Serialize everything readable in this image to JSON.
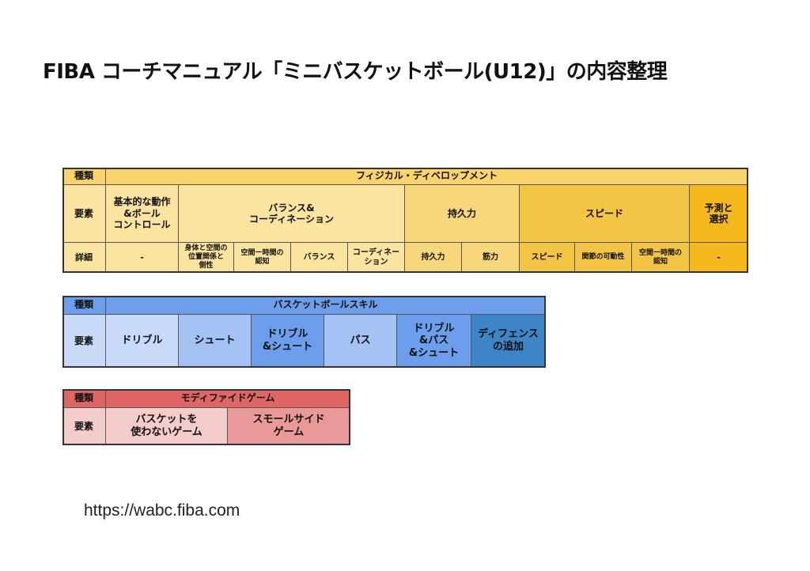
{
  "title": "FIBA コーチマニュアル「ミニバスケットボール(U12)」の内容整理",
  "footer_url": "https://wabc.fiba.com",
  "colors": {
    "pd_header": "#f9d36b",
    "pd_light": "#fbe3a0",
    "pd_mid": "#f8d67a",
    "pd_dark": "#f4c544",
    "pd_accent": "#f6b91d",
    "bb_header": "#6d9eeb",
    "bb_1": "#c9daf8",
    "bb_2": "#a4c2f4",
    "bb_3": "#6d9eeb",
    "bb_4": "#3d85c6",
    "mg_header": "#e06666",
    "mg_1": "#f4cccc",
    "mg_2": "#ea9999"
  },
  "physical": {
    "type_label": "種類",
    "type_value": "フィジカル・ディベロップメント",
    "element_label": "要素",
    "elements": [
      "基本的な動作\n&ボール\nコントロール",
      "バランス&\nコーディネーション",
      "持久力",
      "スピード",
      "予測と\n選択"
    ],
    "detail_label": "詳細",
    "details": [
      "-",
      "身体と空間の\n位置関係と\n側性",
      "空間ー時間の\n認知",
      "バランス",
      "コーディネー\nション",
      "持久力",
      "筋力",
      "スピード",
      "関節の可動性",
      "空間ー時間の\n認知",
      "-"
    ]
  },
  "basketball": {
    "type_label": "種類",
    "type_value": "バスケットボールスキル",
    "element_label": "要素",
    "elements": [
      "ドリブル",
      "シュート",
      "ドリブル\n&シュート",
      "パス",
      "ドリブル\n&パス\n&シュート",
      "ディフェンス\nの追加"
    ]
  },
  "modified": {
    "type_label": "種類",
    "type_value": "モディファイドゲーム",
    "element_label": "要素",
    "elements": [
      "バスケットを\n使わないゲーム",
      "スモールサイド\nゲーム"
    ]
  }
}
